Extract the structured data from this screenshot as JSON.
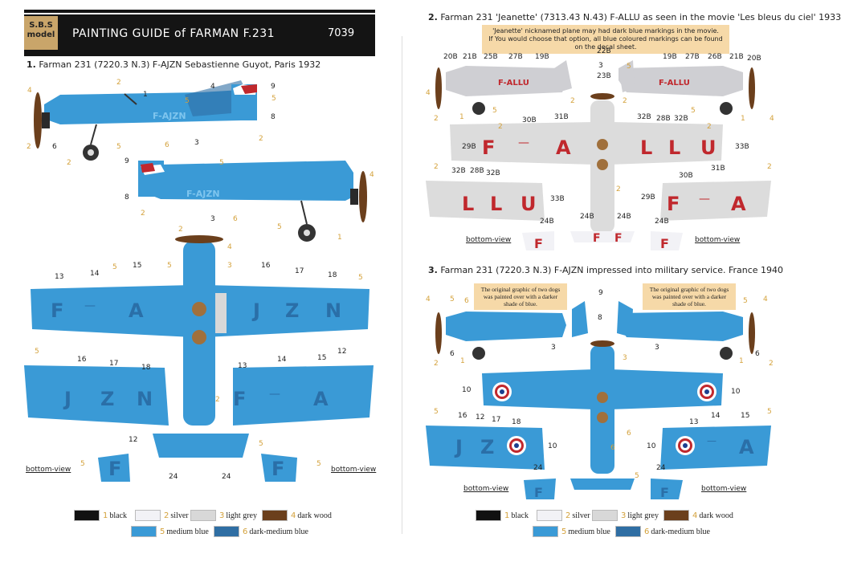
{
  "header": {
    "logo": "S.B.S\nmodel",
    "title": "PAINTING GUIDE of FARMAN F.231",
    "code": "7039"
  },
  "sections": {
    "s1": {
      "num": "1.",
      "text": "Farman 231 (7220.3 N.3) F-AJZN Sebastienne Guyot, Paris 1932"
    },
    "s2": {
      "num": "2.",
      "text": "Farman 231 'Jeanette' (7313.43 N.43) F-ALLU as seen in the movie 'Les bleus du ciel' 1933"
    },
    "s3": {
      "num": "3.",
      "text": "Farman 231 (7220.3 N.3) F-AJZN impressed into military service. France 1940"
    }
  },
  "notes": {
    "jeanette_line1": "'Jeanette' nicknamed plane may had dark blue markings in the movie.",
    "jeanette_line2": "If You would choose that option, all blue coloured markings can be found on the decal sheet.",
    "dogs": "The original graphic of two dogs was painted over with a darker shade of blue."
  },
  "registrations": {
    "ajzn": "F-AJZN",
    "allu": "F-ALLU"
  },
  "bottom_view": "bottom-view",
  "colors": {
    "medium_blue": "#3a9ad6",
    "dark_medium_blue": "#2a6fa8",
    "silver": "#cfcfd3",
    "light_grey": "#dcdcdc",
    "dark_wood": "#6b3f1c",
    "black": "#111111",
    "red": "#c0282d",
    "callout": "#d4a23c"
  },
  "legend": [
    {
      "num": "1",
      "name": "black",
      "color": "#111111"
    },
    {
      "num": "2",
      "name": "silver",
      "color": "#f2f2f6"
    },
    {
      "num": "3",
      "name": "light grey",
      "color": "#d8d8d8"
    },
    {
      "num": "4",
      "name": "dark wood",
      "color": "#6b3f1c"
    },
    {
      "num": "5",
      "name": "medium blue",
      "color": "#3a9ad6"
    },
    {
      "num": "6",
      "name": "dark-medium blue",
      "color": "#2f6ea3"
    }
  ]
}
